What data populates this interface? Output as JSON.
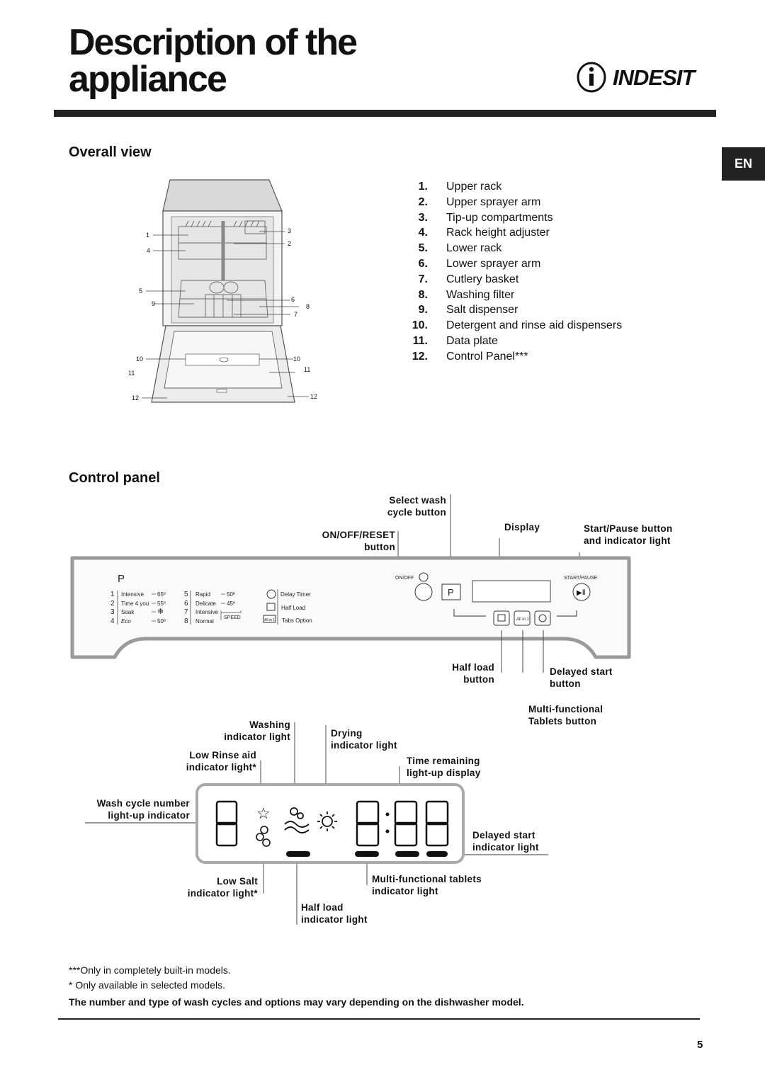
{
  "page": {
    "title_line1": "Description of the",
    "title_line2": "appliance",
    "brand": "INDESIT",
    "lang_tab": "EN",
    "page_number": "5"
  },
  "overall_view": {
    "heading": "Overall view",
    "diagram_labels": [
      "1",
      "2",
      "3",
      "4",
      "5",
      "6",
      "7",
      "8",
      "9",
      "10",
      "11",
      "12"
    ],
    "items": [
      {
        "num": "1.",
        "label": "Upper rack"
      },
      {
        "num": "2.",
        "label": "Upper sprayer arm"
      },
      {
        "num": "3.",
        "label": "Tip-up compartments"
      },
      {
        "num": "4.",
        "label": "Rack height adjuster"
      },
      {
        "num": "5.",
        "label": "Lower rack"
      },
      {
        "num": "6.",
        "label": "Lower sprayer arm"
      },
      {
        "num": "7.",
        "label": "Cutlery basket"
      },
      {
        "num": "8.",
        "label": "Washing filter"
      },
      {
        "num": "9.",
        "label": "Salt dispenser"
      },
      {
        "num": "10.",
        "label": "Detergent and rinse aid dispensers"
      },
      {
        "num": "11.",
        "label": "Data plate"
      },
      {
        "num": "12.",
        "label": "Control Panel***"
      }
    ]
  },
  "control_panel": {
    "heading": "Control panel",
    "callouts": {
      "select_wash": [
        "Select wash",
        "cycle button"
      ],
      "onoff_reset": [
        "ON/OFF/RESET",
        "button"
      ],
      "display": "Display",
      "start_pause": [
        "Start/Pause button",
        "and indicator light"
      ],
      "half_load_button": [
        "Half load",
        "button"
      ],
      "delayed_start_button": [
        "Delayed start",
        "button"
      ],
      "multi_tablets_button": [
        "Multi-functional",
        "Tablets button"
      ],
      "washing_light": [
        "Washing",
        "indicator light"
      ],
      "drying_light": [
        "Drying",
        "indicator light"
      ],
      "low_rinse": [
        "Low Rinse aid",
        "indicator light*"
      ],
      "time_remaining": [
        "Time remaining",
        "light-up display"
      ],
      "wash_cycle_number": [
        "Wash cycle number",
        "light-up indicator"
      ],
      "delayed_start_light": [
        "Delayed start",
        "indicator light"
      ],
      "low_salt": [
        "Low Salt",
        "indicator light*"
      ],
      "multi_tablets_light": [
        "Multi-functional tablets",
        "indicator light"
      ],
      "half_load_light": [
        "Half load",
        "indicator light"
      ]
    },
    "panel": {
      "p_label": "P",
      "onoff_label": "ON/OFF",
      "start_label": "START/PAUSE",
      "programs": [
        {
          "n": "1",
          "name": "Intensive",
          "temp": "65º"
        },
        {
          "n": "2",
          "name": "Time 4 you",
          "temp": "55º"
        },
        {
          "n": "3",
          "name": "Soak",
          "temp": ""
        },
        {
          "n": "4",
          "name": "Eco",
          "temp": "50º"
        },
        {
          "n": "5",
          "name": "Rapid",
          "temp": "50º"
        },
        {
          "n": "6",
          "name": "Delicate",
          "temp": "45º"
        },
        {
          "n": "7",
          "name": "Intensive",
          "temp": ""
        },
        {
          "n": "8",
          "name": "Normal",
          "temp": ""
        }
      ],
      "speed_label": "SPEED",
      "options": [
        "Delay Timer",
        "Half Load",
        "Tabs Option"
      ],
      "tabs_icon_text": "All in 1",
      "display_digits": {
        "cycle": "8",
        "time": "8:88"
      }
    }
  },
  "footnotes": {
    "triple_star": "***Only in completely built-in models.",
    "single_star": "* Only available in selected models.",
    "note": "The number and type of wash cycles and options may vary depending on the dishwasher model."
  }
}
